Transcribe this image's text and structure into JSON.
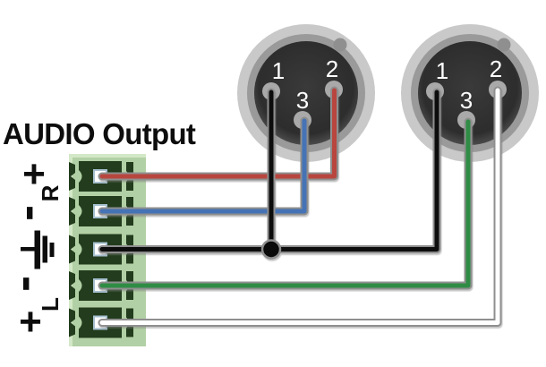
{
  "title": "AUDIO Output",
  "terminal_block": {
    "labels": {
      "r_plus": "+",
      "r_channel": "R",
      "r_minus": "-",
      "l_minus": "-",
      "l_channel": "L",
      "l_plus": "+"
    },
    "icons": {
      "ground": "earth-ground-symbol"
    },
    "terminal_count": 5
  },
  "xlr1": {
    "pins": {
      "p1": "1",
      "p2": "2",
      "p3": "3"
    }
  },
  "xlr2": {
    "pins": {
      "p1": "1",
      "p2": "2",
      "p3": "3"
    }
  },
  "wires": [
    {
      "name": "red",
      "color": "#b8463f",
      "from": "terminal R+",
      "to": "XLR1 pin 2"
    },
    {
      "name": "blue",
      "color": "#4573b5",
      "from": "terminal R-",
      "to": "XLR1 pin 3"
    },
    {
      "name": "black",
      "color": "#0d0d0d",
      "from": "terminal ground",
      "to": "XLR1 pin 1 and XLR2 pin 1"
    },
    {
      "name": "green",
      "color": "#2f8c45",
      "from": "terminal L-",
      "to": "XLR2 pin 3"
    },
    {
      "name": "white",
      "color": "#ffffff",
      "from": "terminal L+",
      "to": "XLR2 pin 2"
    }
  ],
  "colors": {
    "block_green": "#b2d0a5",
    "block_highlight": "#d3e8c7",
    "terminal_dark": "#223c1d",
    "wire_outline": "#8f8f8f",
    "xlr_outer_ring": "#c9c9c9",
    "xlr_mid_ring": "#9a9a9a",
    "xlr_face_dark": "#2f2f2f",
    "pin_gray": "#a9a9a9"
  }
}
